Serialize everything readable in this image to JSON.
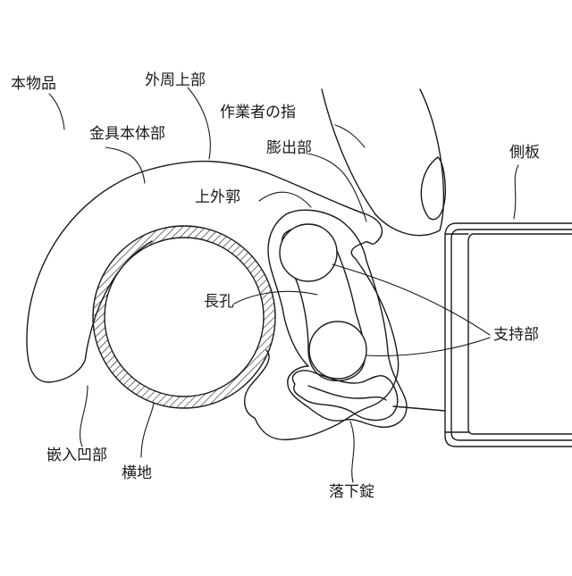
{
  "labels": {
    "main_item": "本物品",
    "outer_top": "外周上部",
    "bracket_body": "金具本体部",
    "worker_finger": "作業者の指",
    "bulge": "膨出部",
    "side_plate": "側板",
    "upper_rim": "上外郭",
    "long_hole": "長孔",
    "support": "支持部",
    "fitting_recess": "嵌入凹部",
    "cross_ground": "横地",
    "drop_lock": "落下錠"
  },
  "colors": {
    "ink": "#1a1a1a",
    "paper": "#ffffff"
  }
}
